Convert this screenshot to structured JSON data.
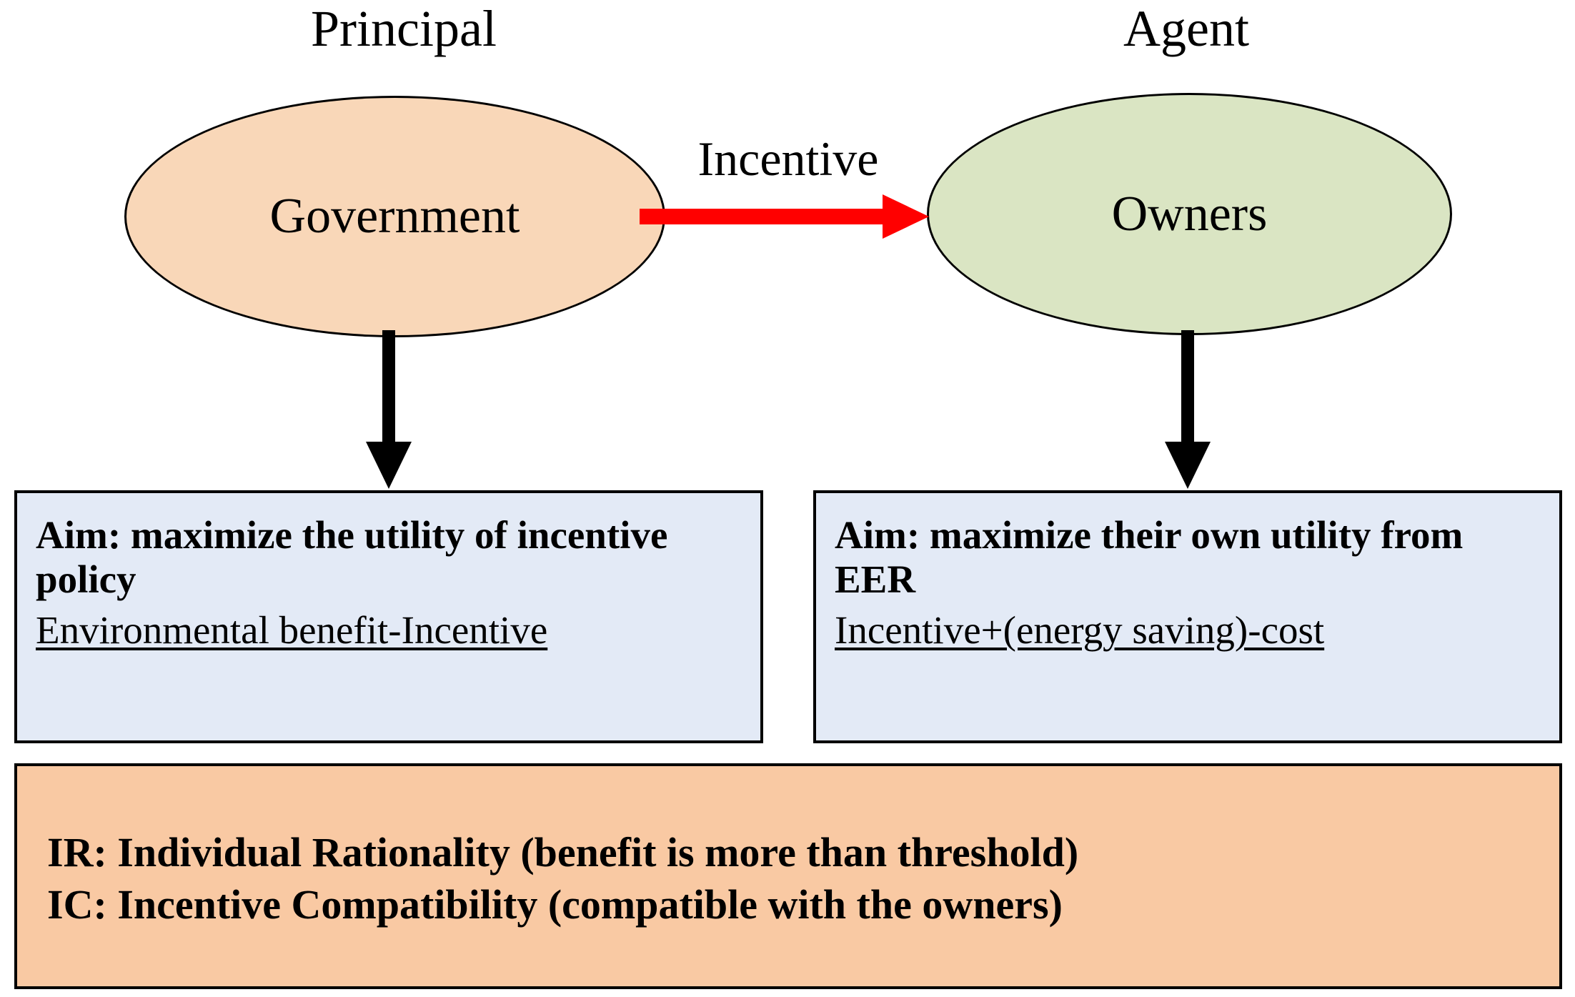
{
  "diagram": {
    "title_roles": {
      "principal": "Principal",
      "agent": "Agent"
    },
    "nodes": [
      {
        "id": "government",
        "label": "Government",
        "role": "Principal",
        "fill": "#F9D7B8",
        "stroke": "#000000"
      },
      {
        "id": "owners",
        "label": "Owners",
        "role": "Agent",
        "fill": "#DAE5C3",
        "stroke": "#000000"
      }
    ],
    "edges": [
      {
        "id": "incentive",
        "label": "Incentive",
        "from": "government",
        "to": "owners",
        "color": "#FF0000",
        "direction": "right"
      },
      {
        "id": "government-to-aim",
        "label": "",
        "from": "government",
        "to": "aim-box-principal",
        "color": "#000000",
        "direction": "down"
      },
      {
        "id": "owners-to-aim",
        "label": "",
        "from": "owners",
        "to": "aim-box-agent",
        "color": "#000000",
        "direction": "down"
      }
    ],
    "aim_boxes": [
      {
        "id": "principal-aim",
        "title": "Aim: maximize the utility of incentive policy",
        "formula": "Environmental benefit-Incentive",
        "fill": "#E3EAF6",
        "stroke": "#000000"
      },
      {
        "id": "agent-aim",
        "title": "Aim: maximize their own utility from EER",
        "formula": "Incentive+(energy saving)-cost",
        "fill": "#E3EAF6",
        "stroke": "#000000"
      }
    ],
    "constraints": {
      "fill": "#F9C9A3",
      "stroke": "#000000",
      "lines": [
        "IR: Individual Rationality (benefit is more than threshold)",
        "IC: Incentive Compatibility (compatible with the owners)"
      ]
    }
  }
}
